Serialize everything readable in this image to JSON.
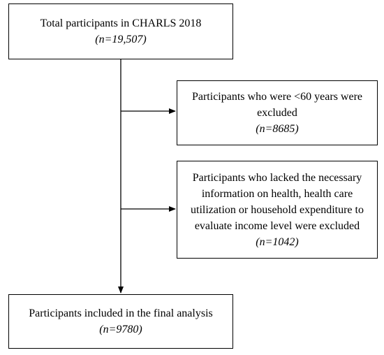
{
  "flowchart": {
    "total": {
      "label": "Total participants in CHARLS 2018",
      "count": "(n=19,507)"
    },
    "exclusion_age": {
      "line1": "Participants who were <60 years were",
      "line2": "excluded",
      "count": "(n=8685)"
    },
    "exclusion_info": {
      "line1": "Participants who lacked the necessary",
      "line2": "information on health, health care",
      "line3": "utilization or household expenditure to",
      "line4": "evaluate income level were excluded",
      "count": "(n=1042)"
    },
    "final": {
      "label": "Participants included in the final analysis",
      "count": "(n=9780)"
    }
  },
  "colors": {
    "line": "#000000",
    "box_border": "#000000",
    "background": "#ffffff"
  }
}
